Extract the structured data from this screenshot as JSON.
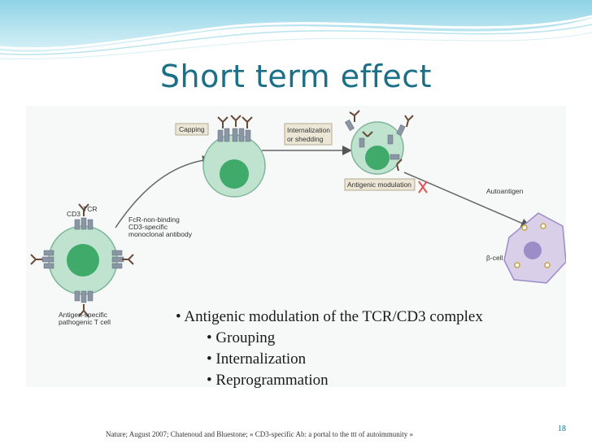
{
  "slide": {
    "title": "Short term effect",
    "number": "18",
    "citation": "Nature; August 2007; Chatenoud and Bluestone; « CD3-specific Ab: a portal to the ttt of autoimmunity »"
  },
  "figure": {
    "labels": {
      "cd3": "CD3",
      "tcr": "TCR",
      "antibody_line1": "FcR-non-binding",
      "antibody_line2": "CD3-specific",
      "antibody_line3": "monoclonal antibody",
      "tcell_line1": "Antigen-specific",
      "tcell_line2": "pathogenic T cell",
      "capping": "Capping",
      "internalization_line1": "Internalization",
      "internalization_line2": "or shedding",
      "antigenic_modulation": "Antigenic modulation",
      "autoantigen": "Autoantigen",
      "beta_cell": "β-cell"
    },
    "colors": {
      "cell": "#bfe3cf",
      "cell_outline": "#7fb59a",
      "nucleus": "#3faa6a",
      "beta_cell": "#d9cfe9",
      "beta_nucleus": "#9c8cc7",
      "receptor": "#8a96a6",
      "antibody": "#6b4a3a",
      "label_box": "#ece6d6",
      "block_mark": "#e0565a"
    }
  },
  "bullets": [
    {
      "level": 0,
      "text": "• Antigenic modulation of the TCR/CD3 complex"
    },
    {
      "level": 1,
      "text": "• Grouping"
    },
    {
      "level": 1,
      "text": "• Internalization"
    },
    {
      "level": 1,
      "text": "• Reprogrammation"
    }
  ]
}
